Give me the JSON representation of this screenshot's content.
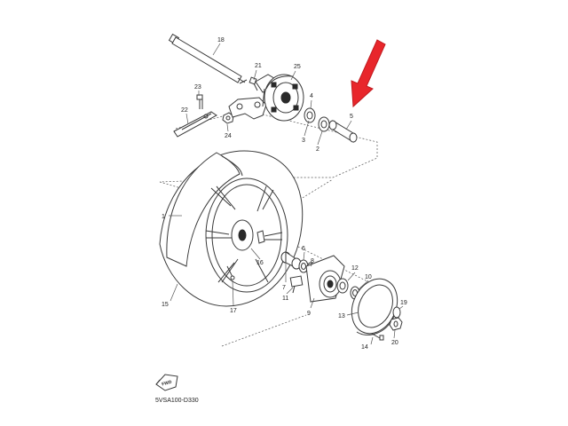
{
  "diagram": {
    "code": "5VSA100-D330",
    "fwd_label": "FWD",
    "arrow_color": "#e8262b",
    "parts": [
      {
        "id": "p1",
        "label": "1"
      },
      {
        "id": "p2",
        "label": "2"
      },
      {
        "id": "p3",
        "label": "3"
      },
      {
        "id": "p4",
        "label": "4"
      },
      {
        "id": "p5",
        "label": "5"
      },
      {
        "id": "p6",
        "label": "6"
      },
      {
        "id": "p7",
        "label": "7"
      },
      {
        "id": "p8",
        "label": "8"
      },
      {
        "id": "p9",
        "label": "9"
      },
      {
        "id": "p10",
        "label": "10"
      },
      {
        "id": "p11",
        "label": "11"
      },
      {
        "id": "p12",
        "label": "12"
      },
      {
        "id": "p13",
        "label": "13"
      },
      {
        "id": "p14",
        "label": "14"
      },
      {
        "id": "p15",
        "label": "15"
      },
      {
        "id": "p16",
        "label": "16"
      },
      {
        "id": "p17",
        "label": "17"
      },
      {
        "id": "p18",
        "label": "18"
      },
      {
        "id": "p19",
        "label": "19"
      },
      {
        "id": "p20",
        "label": "20"
      },
      {
        "id": "p21",
        "label": "21"
      },
      {
        "id": "p22",
        "label": "22"
      },
      {
        "id": "p23",
        "label": "23"
      },
      {
        "id": "p24",
        "label": "24"
      },
      {
        "id": "p25",
        "label": "25"
      }
    ]
  }
}
